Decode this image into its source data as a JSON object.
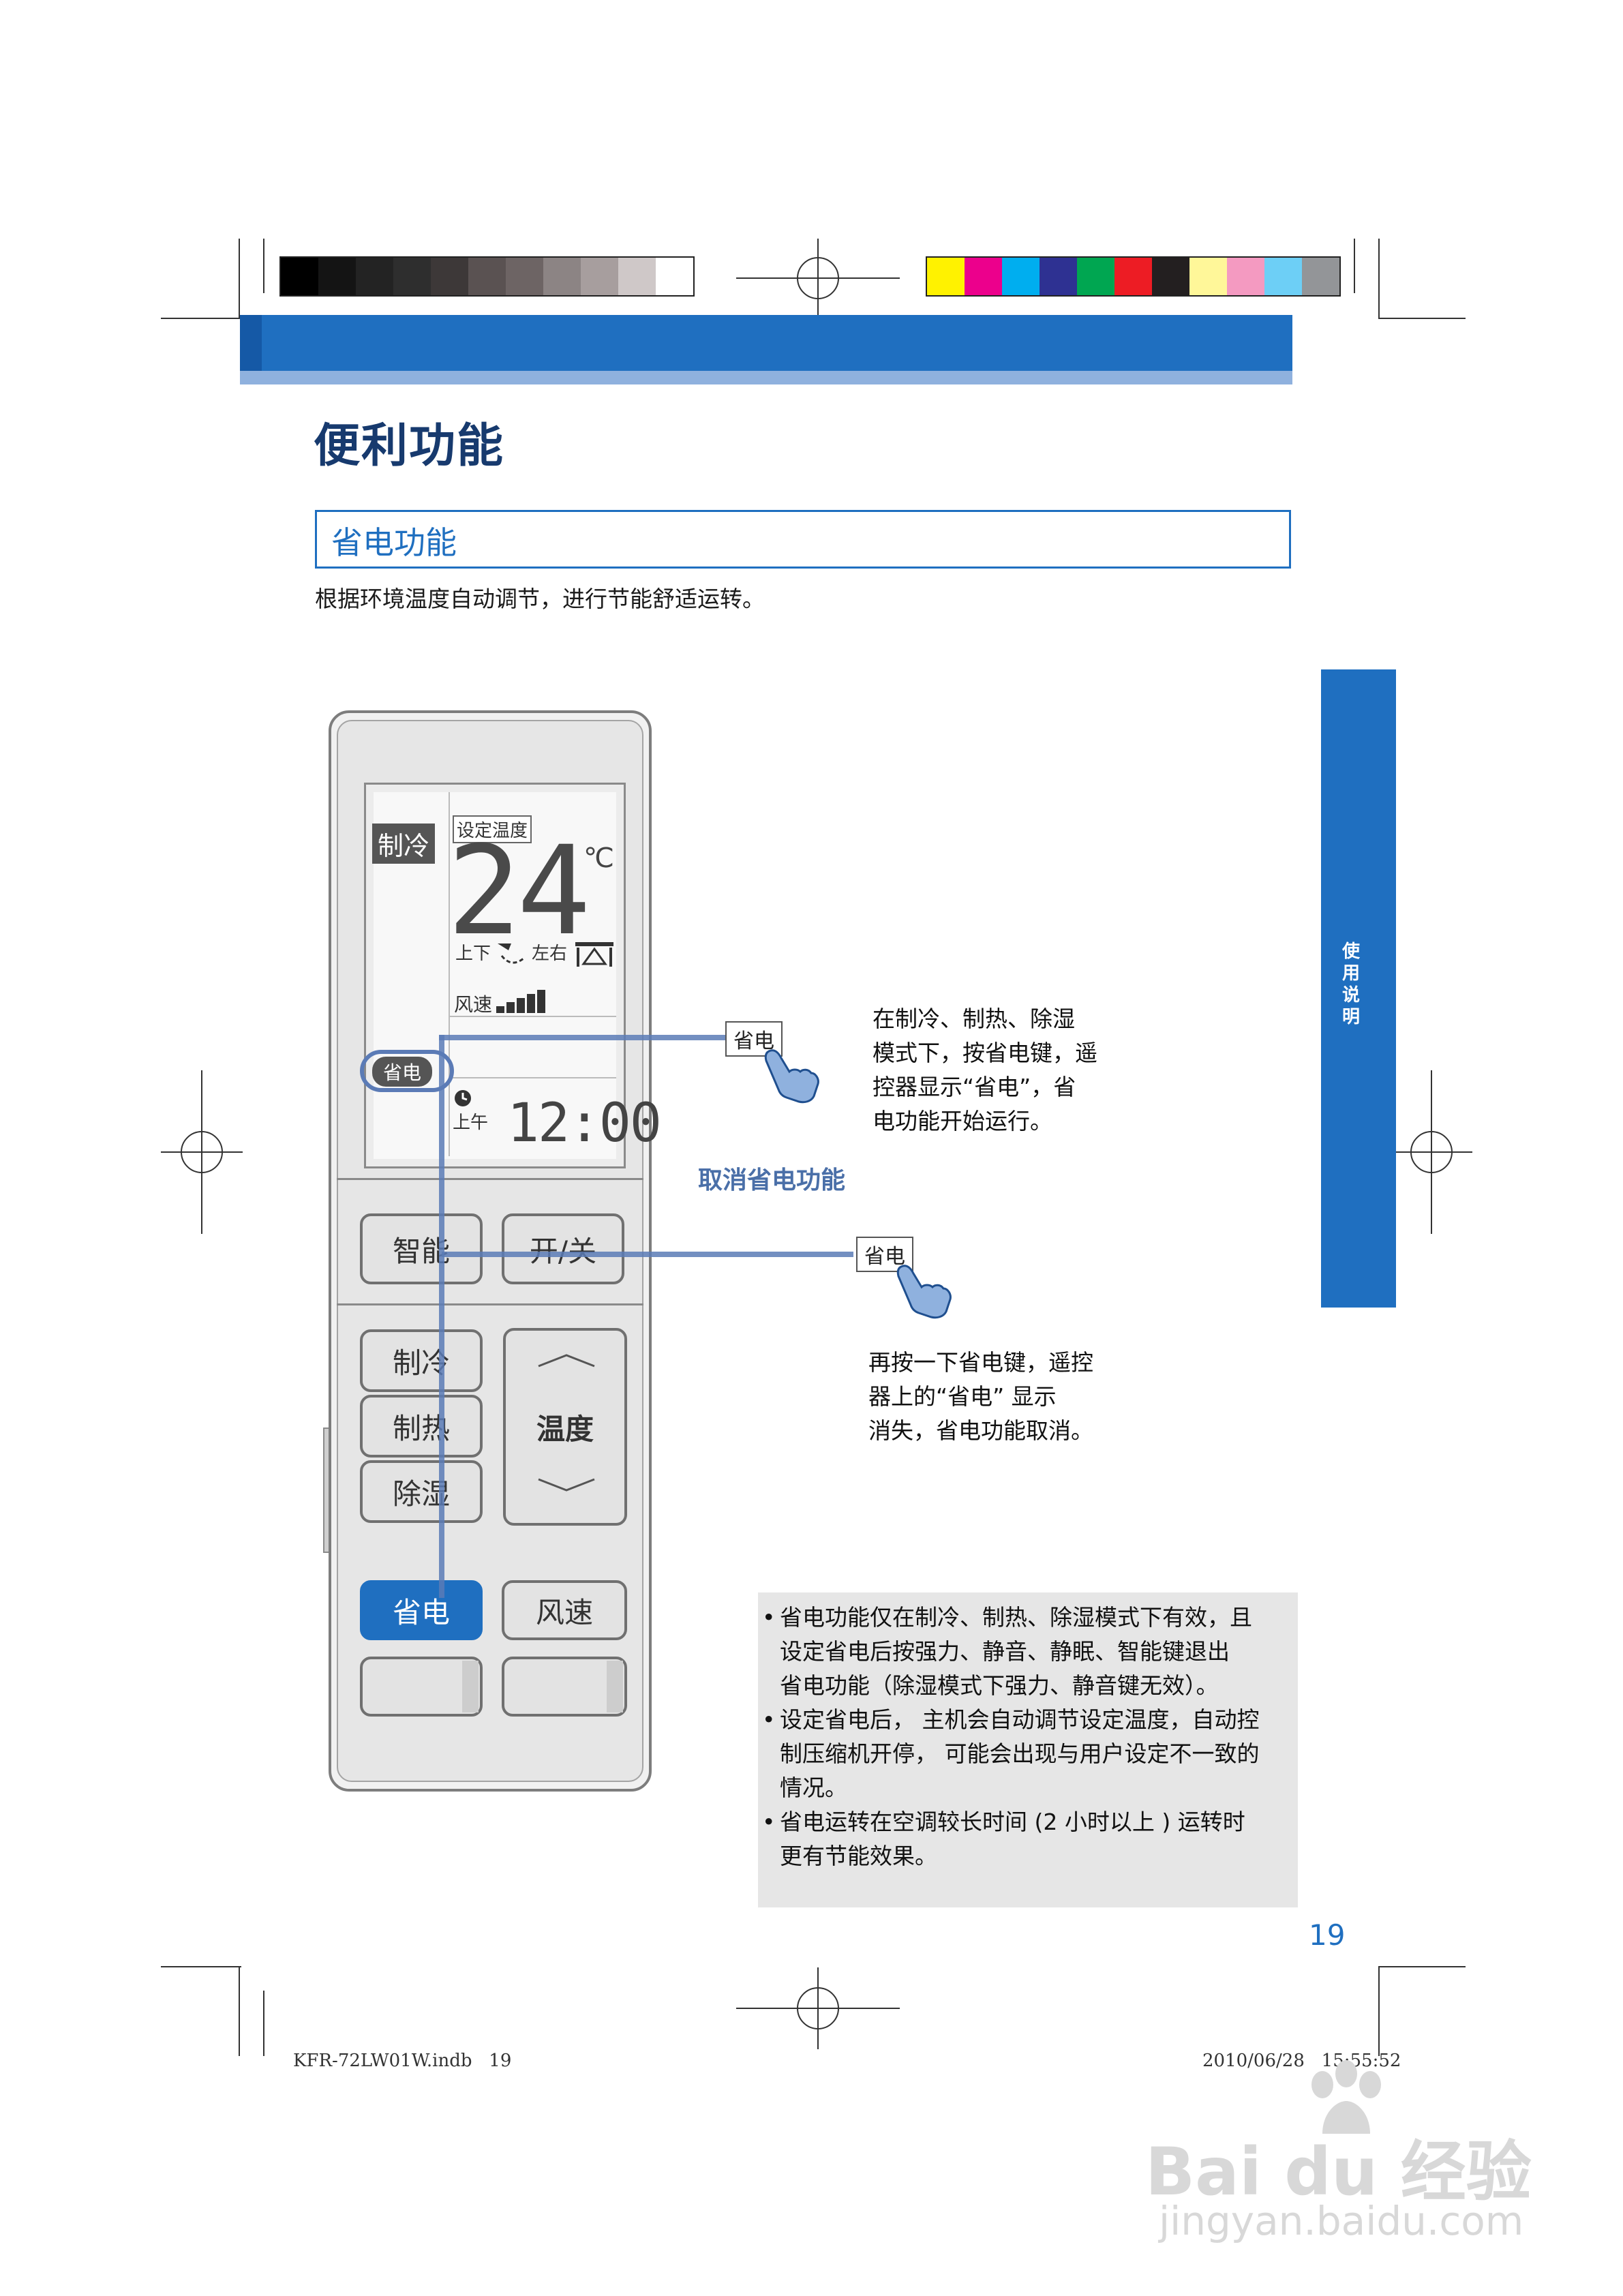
{
  "page_title": "便利功能",
  "section_title": "省电功能",
  "intro": "根据环境温度自动调节，进行节能舒适运转。",
  "side_tab": "使用说明",
  "colors": {
    "accent": "#1f6fc0",
    "light_accent": "#8fb1de",
    "title": "#173a6e",
    "path_line": "#5b7bb6",
    "active_button": "#1f6fc0"
  },
  "registration": {
    "gray_swatches": [
      "#000000",
      "#141414",
      "#232323",
      "#2e2e2e",
      "#3d3838",
      "#5a5252",
      "#6d6464",
      "#8c8484",
      "#a79e9e",
      "#cfc8c8",
      "#ffffff"
    ],
    "color_swatches": [
      "#fff200",
      "#ec008c",
      "#00aeef",
      "#2e3192",
      "#00a651",
      "#ed1c24",
      "#231f20",
      "#fff799",
      "#f49ac1",
      "#6dcff6",
      "#939598"
    ]
  },
  "lcd": {
    "mode": "制冷",
    "set_temp_label": "设定温度",
    "temperature": "24",
    "unit": "℃",
    "swing_up_down": "上下",
    "swing_left_right": "左右",
    "fan_speed_label": "风速",
    "fan_level": 5,
    "fan_level_max": 5,
    "power_saving_indicator": "省电",
    "am_pm": "上午",
    "time": "12:00"
  },
  "buttons": {
    "smart": "智能",
    "on_off": "开/关",
    "cool": "制冷",
    "heat": "制热",
    "dry": "除湿",
    "temperature": "温度",
    "power_saving": "省电",
    "fan_speed": "风速"
  },
  "callout_key_label": "省电",
  "instruction_1": "在制冷、制热、除湿模式下，按省电键，遥控器显示“省电”，省电功能开始运行。",
  "instruction_1_lines": [
    "在制冷、制热、除湿",
    "模式下，按省电键，遥",
    "控器显示“省电”，省",
    "电功能开始运行。"
  ],
  "cancel_heading": "取消省电功能",
  "instruction_2": "再按一下省电键，遥控器上的“省电” 显示消失，省电功能取消。",
  "instruction_2_lines": [
    "再按一下省电键，遥控",
    "器上的“省电” 显示",
    "消失，省电功能取消。"
  ],
  "notes": [
    {
      "bullet": "•",
      "lines": [
        "省电功能仅在制冷、制热、除湿模式下有效，且",
        "设定省电后按强力、静音、静眠、智能键退出",
        "省电功能（除湿模式下强力、静音键无效）。"
      ]
    },
    {
      "bullet": "•",
      "lines": [
        "设定省电后， 主机会自动调节设定温度，自动控",
        "制压缩机开停， 可能会出现与用户设定不一致的",
        "情况。"
      ]
    },
    {
      "bullet": "•",
      "lines": [
        "省电运转在空调较长时间 (2 小时以上 ) 运转时",
        "更有节能效果。"
      ]
    }
  ],
  "page_number": "19",
  "footer_file": "KFR-72LW01W.indb   19",
  "footer_timestamp": "2010/06/28   15:55:52",
  "watermark_brand": "Bai du 经验",
  "watermark_url": "jingyan.baidu.com"
}
